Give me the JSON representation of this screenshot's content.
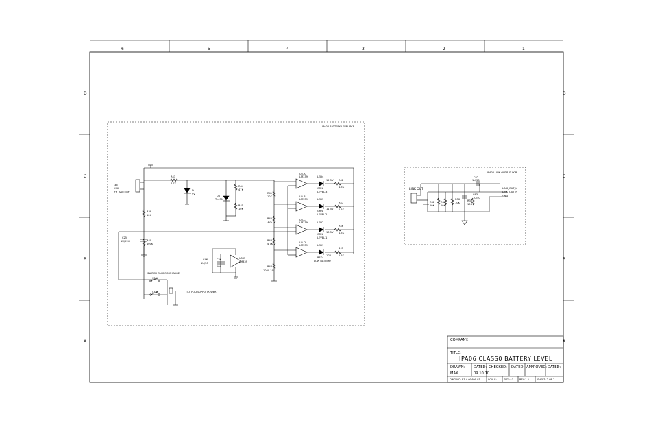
{
  "zones": {
    "columns": [
      "6",
      "5",
      "4",
      "3",
      "2",
      "1"
    ],
    "rows": [
      "D",
      "C",
      "B",
      "A"
    ]
  },
  "pcb": {
    "battery_level_label": "IPA06 BATTERY LEVEL PCB",
    "link_output_label": "IPA06 LINK OUTPUT PCB"
  },
  "battery_circuit": {
    "connector": {
      "ref": "J36",
      "part": "XXX",
      "label": "+9_BATTERY"
    },
    "r43": {
      "ref": "R43",
      "value": "4.7K"
    },
    "zener": {
      "ref": "D",
      "value": "9V"
    },
    "r44": {
      "ref": "R44",
      "value": "47K"
    },
    "q": {
      "ref": "U8",
      "value": "TL431"
    },
    "r45": {
      "ref": "R45",
      "value": "10K"
    },
    "r39": {
      "ref": "R39",
      "value": "10K"
    },
    "c25": {
      "ref": "C25",
      "value": "1U/25V"
    },
    "r40": {
      "ref": "R40",
      "value": "100K"
    },
    "divider": [
      {
        "ref": "R41",
        "value": "10K"
      },
      {
        "ref": "R42",
        "value": "10K"
      },
      {
        "ref": "R43",
        "value": "4.7K"
      },
      {
        "ref": "R44",
        "value": "1000 1%"
      }
    ],
    "comparators": [
      {
        "ref": "U5-A",
        "part": "LM339",
        "led": "LED4",
        "led_color": "GRN",
        "voltage": "12.5V",
        "level": "LEVEL 3",
        "res": "R48",
        "res_value": "1.5K"
      },
      {
        "ref": "U5-B",
        "part": "LM339",
        "led": "LED3",
        "led_color": "GRN",
        "voltage": "11.5V",
        "level": "LEVEL 2",
        "res": "R47",
        "res_value": "1.5K"
      },
      {
        "ref": "U5-C",
        "part": "LM339",
        "led": "LED2",
        "led_color": "GRN",
        "voltage": "10.5V",
        "level": "LEVEL 1",
        "res": "R46",
        "res_value": "1.5K"
      },
      {
        "ref": "U5-D",
        "part": "LM339",
        "led": "LED1",
        "led_color": "RED",
        "voltage": "10V",
        "level": "LOW BATTERY",
        "res": "R45",
        "res_value": "1.5K"
      }
    ],
    "supply_block": {
      "cap1": "C46",
      "cap1_value": "1U/50",
      "cap2": "C36",
      "cap2_value": "10U",
      "ic": "U5-E",
      "ic_part": "LM339"
    },
    "switch_label": "SWITCH ON IPOD CHARGE",
    "switch_a": "S3-A",
    "switch_b": "S3-B",
    "supply_out_label": "TO IPOD SUPPLY POWER"
  },
  "link_circuit": {
    "connector_label": "LINK OUT",
    "c_top": {
      "ref": "C62",
      "value": "1U/50"
    },
    "c_mid": {
      "ref": "C63",
      "value": "1U/50"
    },
    "res": [
      {
        "ref": "R38",
        "value": "10K"
      },
      {
        "ref": "R37",
        "value": "10K"
      },
      {
        "ref": "R36",
        "value": "10K"
      },
      {
        "ref": "R35",
        "value": "10K"
      }
    ],
    "outputs": [
      "LINK_OUT_L",
      "LINK_OUT_R",
      "GND"
    ]
  },
  "title_block": {
    "company_label": "COMPANY:",
    "title_label": "TITLE:",
    "title": "IPA06 CLASS0 BATTERY LEVEL",
    "drawn_label": "DRAWN:",
    "drawn_by": "MAX",
    "dated_label": "DATED:",
    "drawn_date": "09.10.10",
    "checked_label": "CHECKED:",
    "dated2_label": "DATED:",
    "approved_label": "APPROVED:",
    "dated3_label": "DATED:",
    "dwg_no": "DWG NO: P7-4-00409-03",
    "scale": "SCALE:",
    "size": "SIZE:A3",
    "rev": "REV:1.5",
    "sheet": "SHEET: 2 OF 2"
  }
}
